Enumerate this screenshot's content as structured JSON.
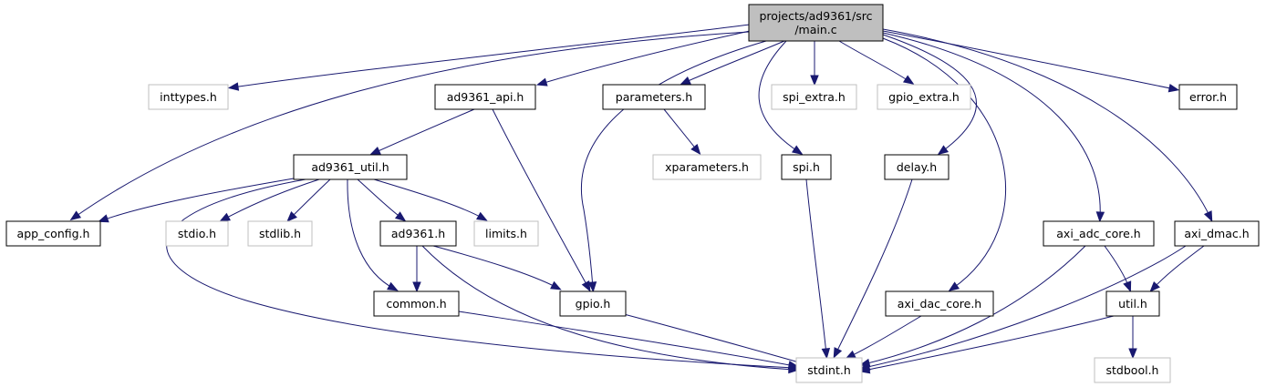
{
  "colors": {
    "edge": "#191970",
    "root_fill": "#bfbfbf",
    "documented_border": "#000000",
    "external_border": "#bfbfbf",
    "external_text": "#7f7f7f"
  },
  "nodes": {
    "main_c": {
      "lines": [
        "projects/ad9361/src",
        "/main.c"
      ],
      "kind": "root"
    },
    "inttypes_h": {
      "lines": [
        "inttypes.h"
      ],
      "kind": "external"
    },
    "ad9361_api_h": {
      "lines": [
        "ad9361_api.h"
      ],
      "kind": "doc"
    },
    "parameters_h": {
      "lines": [
        "parameters.h"
      ],
      "kind": "doc"
    },
    "spi_extra_h": {
      "lines": [
        "spi_extra.h"
      ],
      "kind": "external"
    },
    "gpio_extra_h": {
      "lines": [
        "gpio_extra.h"
      ],
      "kind": "external"
    },
    "error_h": {
      "lines": [
        "error.h"
      ],
      "kind": "doc"
    },
    "ad9361_util_h": {
      "lines": [
        "ad9361_util.h"
      ],
      "kind": "doc"
    },
    "xparameters_h": {
      "lines": [
        "xparameters.h"
      ],
      "kind": "external"
    },
    "spi_h": {
      "lines": [
        "spi.h"
      ],
      "kind": "doc"
    },
    "delay_h": {
      "lines": [
        "delay.h"
      ],
      "kind": "doc"
    },
    "app_config_h": {
      "lines": [
        "app_config.h"
      ],
      "kind": "doc"
    },
    "stdio_h": {
      "lines": [
        "stdio.h"
      ],
      "kind": "external"
    },
    "stdlib_h": {
      "lines": [
        "stdlib.h"
      ],
      "kind": "external"
    },
    "ad9361_h": {
      "lines": [
        "ad9361.h"
      ],
      "kind": "doc"
    },
    "limits_h": {
      "lines": [
        "limits.h"
      ],
      "kind": "external"
    },
    "axi_adc_core_h": {
      "lines": [
        "axi_adc_core.h"
      ],
      "kind": "doc"
    },
    "axi_dmac_h": {
      "lines": [
        "axi_dmac.h"
      ],
      "kind": "doc"
    },
    "common_h": {
      "lines": [
        "common.h"
      ],
      "kind": "doc"
    },
    "gpio_h": {
      "lines": [
        "gpio.h"
      ],
      "kind": "doc"
    },
    "axi_dac_core_h": {
      "lines": [
        "axi_dac_core.h"
      ],
      "kind": "doc"
    },
    "util_h": {
      "lines": [
        "util.h"
      ],
      "kind": "doc"
    },
    "stdint_h": {
      "lines": [
        "stdint.h"
      ],
      "kind": "external"
    },
    "stdbool_h": {
      "lines": [
        "stdbool.h"
      ],
      "kind": "external"
    }
  },
  "edges": [
    [
      "main_c",
      "inttypes_h"
    ],
    [
      "main_c",
      "ad9361_api_h"
    ],
    [
      "main_c",
      "parameters_h"
    ],
    [
      "main_c",
      "spi_extra_h"
    ],
    [
      "main_c",
      "gpio_extra_h"
    ],
    [
      "main_c",
      "error_h"
    ],
    [
      "main_c",
      "app_config_h"
    ],
    [
      "main_c",
      "gpio_h"
    ],
    [
      "main_c",
      "spi_h"
    ],
    [
      "main_c",
      "delay_h"
    ],
    [
      "main_c",
      "axi_dac_core_h"
    ],
    [
      "main_c",
      "axi_adc_core_h"
    ],
    [
      "main_c",
      "axi_dmac_h"
    ],
    [
      "ad9361_api_h",
      "ad9361_util_h"
    ],
    [
      "ad9361_api_h",
      "gpio_h"
    ],
    [
      "parameters_h",
      "xparameters_h"
    ],
    [
      "ad9361_util_h",
      "app_config_h"
    ],
    [
      "ad9361_util_h",
      "stdio_h"
    ],
    [
      "ad9361_util_h",
      "stdlib_h"
    ],
    [
      "ad9361_util_h",
      "ad9361_h"
    ],
    [
      "ad9361_util_h",
      "limits_h"
    ],
    [
      "ad9361_util_h",
      "common_h"
    ],
    [
      "ad9361_util_h",
      "stdint_h"
    ],
    [
      "ad9361_h",
      "common_h"
    ],
    [
      "ad9361_h",
      "gpio_h"
    ],
    [
      "ad9361_h",
      "stdint_h"
    ],
    [
      "common_h",
      "stdint_h"
    ],
    [
      "gpio_h",
      "stdint_h"
    ],
    [
      "spi_h",
      "stdint_h"
    ],
    [
      "delay_h",
      "stdint_h"
    ],
    [
      "axi_dac_core_h",
      "stdint_h"
    ],
    [
      "axi_adc_core_h",
      "util_h"
    ],
    [
      "axi_adc_core_h",
      "stdint_h"
    ],
    [
      "axi_dmac_h",
      "util_h"
    ],
    [
      "axi_dmac_h",
      "stdint_h"
    ],
    [
      "util_h",
      "stdint_h"
    ],
    [
      "util_h",
      "stdbool_h"
    ]
  ]
}
